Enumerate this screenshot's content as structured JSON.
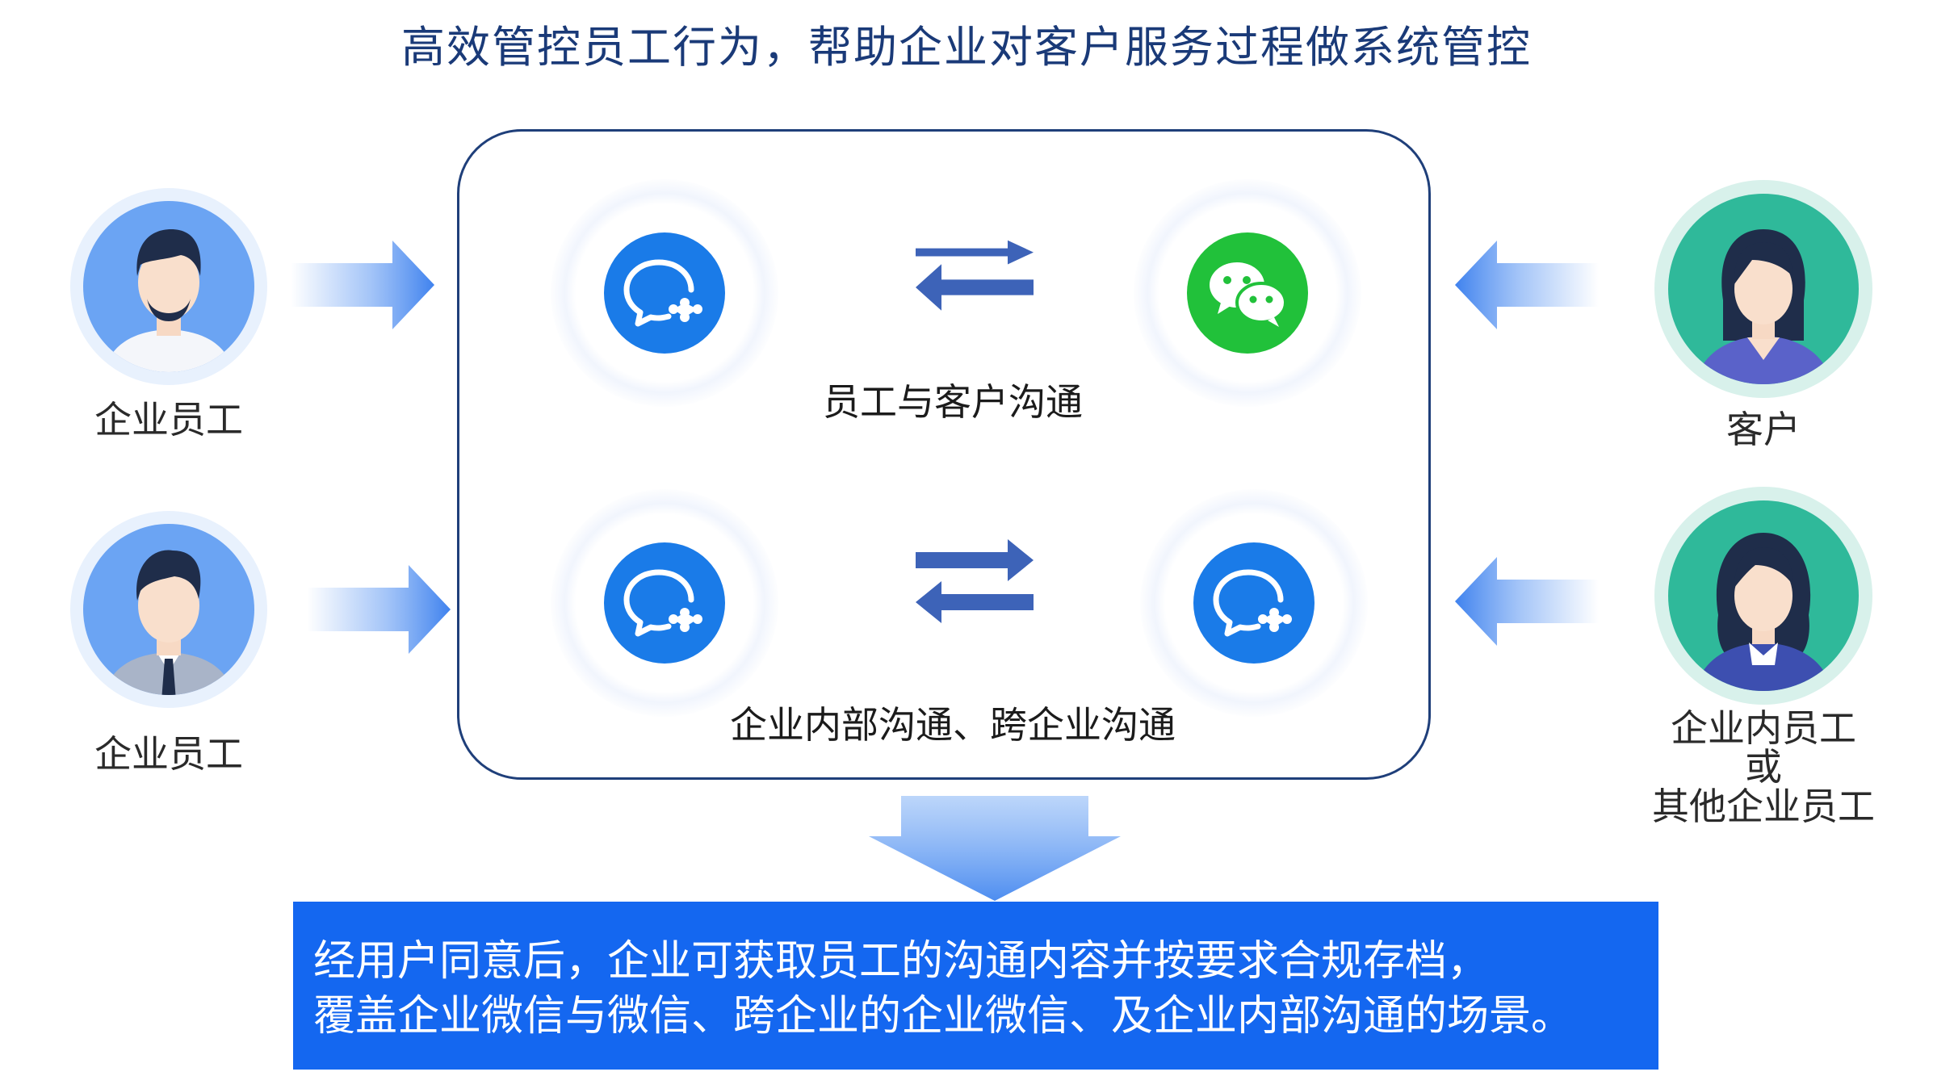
{
  "title": "高效管控员工行为，帮助企业对客户服务过程做系统管控",
  "left_people": [
    {
      "label": "企业员工",
      "icon": "male-employee-beard-avatar-icon"
    },
    {
      "label": "企业员工",
      "icon": "male-employee-tie-avatar-icon"
    }
  ],
  "right_people": [
    {
      "label": "客户",
      "icon": "female-customer-avatar-icon"
    },
    {
      "label_lines": [
        "企业内员工",
        "或",
        "其他企业员工"
      ],
      "icon": "female-employee-avatar-icon"
    }
  ],
  "panel": {
    "row1_caption": "员工与客户沟通",
    "row2_caption": "企业内部沟通、跨企业沟通",
    "icons": {
      "wecom": "wecom-icon",
      "wechat": "wechat-icon",
      "swap": "swap-arrows-icon"
    }
  },
  "banner": {
    "line1": "经用户同意后，企业可获取员工的沟通内容并按要求合规存档，",
    "line2": "覆盖企业微信与微信、跨企业的企业微信、及企业内部沟通的场景。"
  },
  "colors": {
    "title": "#1a3a78",
    "panel_border": "#1f3f7a",
    "wecom_blue": "#1a7be8",
    "wechat_green": "#21c13a",
    "swap_arrow": "#3d63b8",
    "banner_bg": "#1467f0",
    "flow_arrow": "#4d8df0"
  }
}
